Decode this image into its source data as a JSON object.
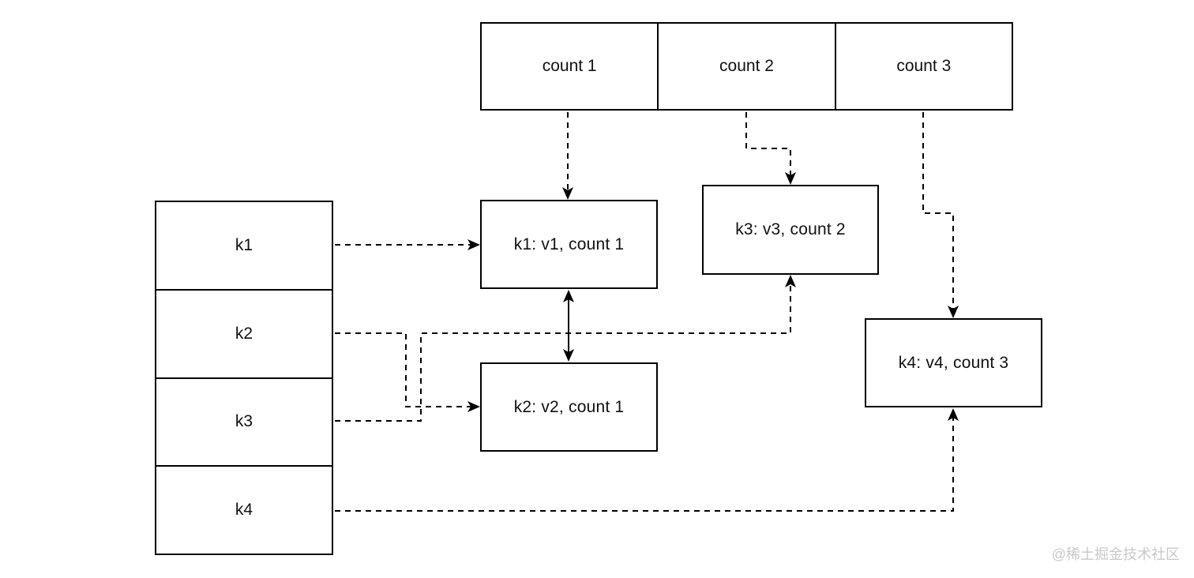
{
  "diagram": {
    "count_row": {
      "cells": [
        {
          "label": "count 1"
        },
        {
          "label": "count 2"
        },
        {
          "label": "count 3"
        }
      ]
    },
    "key_column": {
      "cells": [
        {
          "label": "k1"
        },
        {
          "label": "k2"
        },
        {
          "label": "k3"
        },
        {
          "label": "k4"
        }
      ]
    },
    "entries": [
      {
        "label": "k1: v1, count 1"
      },
      {
        "label": "k2: v2, count 1"
      },
      {
        "label": "k3: v3, count 2"
      },
      {
        "label": "k4: v4, count 3"
      }
    ],
    "watermark": "@稀土掘金技术社区",
    "colors": {
      "line": "#000000",
      "background": "#ffffff",
      "text": "#111111",
      "watermark": "#c9c9c9"
    }
  }
}
